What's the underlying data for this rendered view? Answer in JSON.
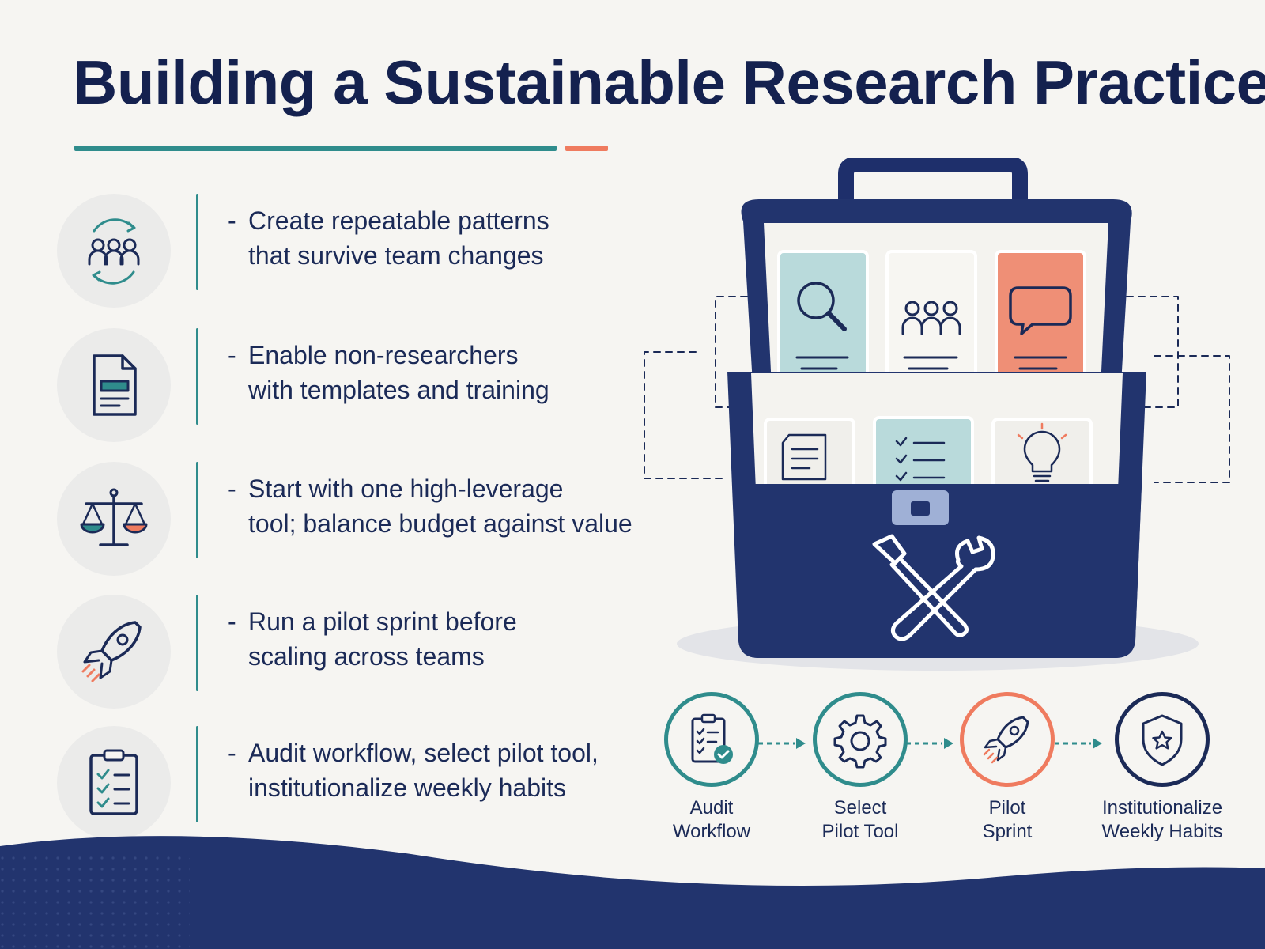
{
  "title": "Building a Sustainable Research Practice",
  "colors": {
    "navy": "#1b2a57",
    "teal": "#2f8c8c",
    "orange": "#ef7b5f",
    "light_teal": "#b9dadb",
    "background": "#f6f5f2"
  },
  "items": [
    {
      "icon": "team-cycle-icon",
      "line1": "Create repeatable patterns",
      "line2": "that survive team changes"
    },
    {
      "icon": "document-icon",
      "line1": "Enable non-researchers",
      "line2": "with templates and training"
    },
    {
      "icon": "balance-scale-icon",
      "line1": "Start with one high-leverage",
      "line2": "tool; balance budget against value"
    },
    {
      "icon": "rocket-icon",
      "line1": "Run a pilot sprint before",
      "line2": "scaling across teams"
    },
    {
      "icon": "checklist-icon",
      "line1": "Audit workflow, select pilot tool,",
      "line2": "institutionalize weekly habits"
    }
  ],
  "bullet_marker": "-",
  "toolbox": {
    "cards": [
      "magnifier-icon",
      "people-icon",
      "speech-bubble-icon",
      "notes-icon",
      "checklist-icon",
      "lightbulb-icon"
    ],
    "emblem": "wrench-screwdriver-icon"
  },
  "steps": [
    {
      "icon": "clipboard-check-icon",
      "line1": "Audit",
      "line2": "Workflow",
      "color": "#2f8c8c"
    },
    {
      "icon": "gear-icon",
      "line1": "Select",
      "line2": "Pilot Tool",
      "color": "#2f8c8c"
    },
    {
      "icon": "rocket-icon",
      "line1": "Pilot",
      "line2": "Sprint",
      "color": "#ef7b5f"
    },
    {
      "icon": "shield-star-icon",
      "line1": "Institutionalize",
      "line2": "Weekly Habits",
      "color": "#1b2a57"
    }
  ]
}
